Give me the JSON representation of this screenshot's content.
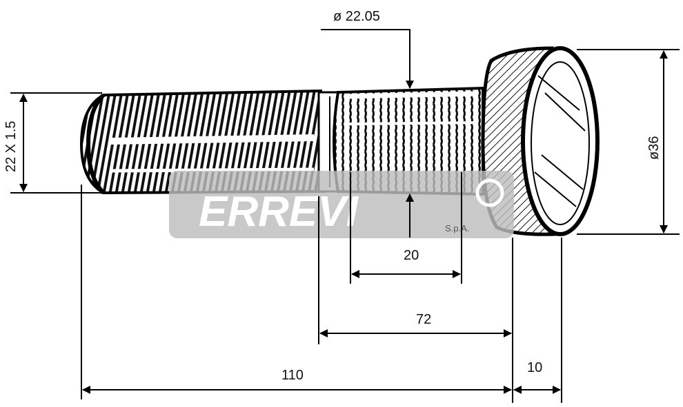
{
  "drawing": {
    "dim_thread": "22 X 1.5",
    "dim_diameter_knurl": "ø 22.05",
    "dim_diameter_head": "ø36",
    "dim_knurl_length": "20",
    "dim_shank_length": "72",
    "dim_total_length": "110",
    "dim_head_length": "10"
  },
  "watermark": {
    "brand": "ERREVI",
    "suffix": "S.p.A."
  }
}
